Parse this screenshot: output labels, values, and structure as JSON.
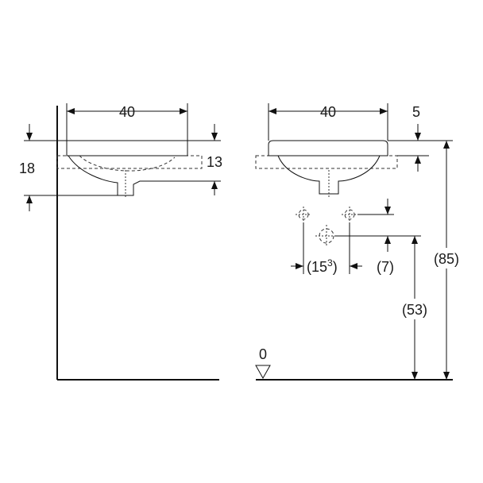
{
  "diagram": {
    "side_view": {
      "width_label": "40",
      "height_label": "18",
      "depth_label": "13"
    },
    "front_view": {
      "width_label": "40",
      "rim_label": "5",
      "hole_spacing_label": "(15",
      "hole_spacing_sup": "3",
      "hole_spacing_close": ")",
      "offset_label": "(7)",
      "outlet_height_label": "(53)",
      "total_height_label": "(85)",
      "floor_label": "0"
    },
    "colors": {
      "line": "#111111",
      "background": "#ffffff"
    }
  }
}
